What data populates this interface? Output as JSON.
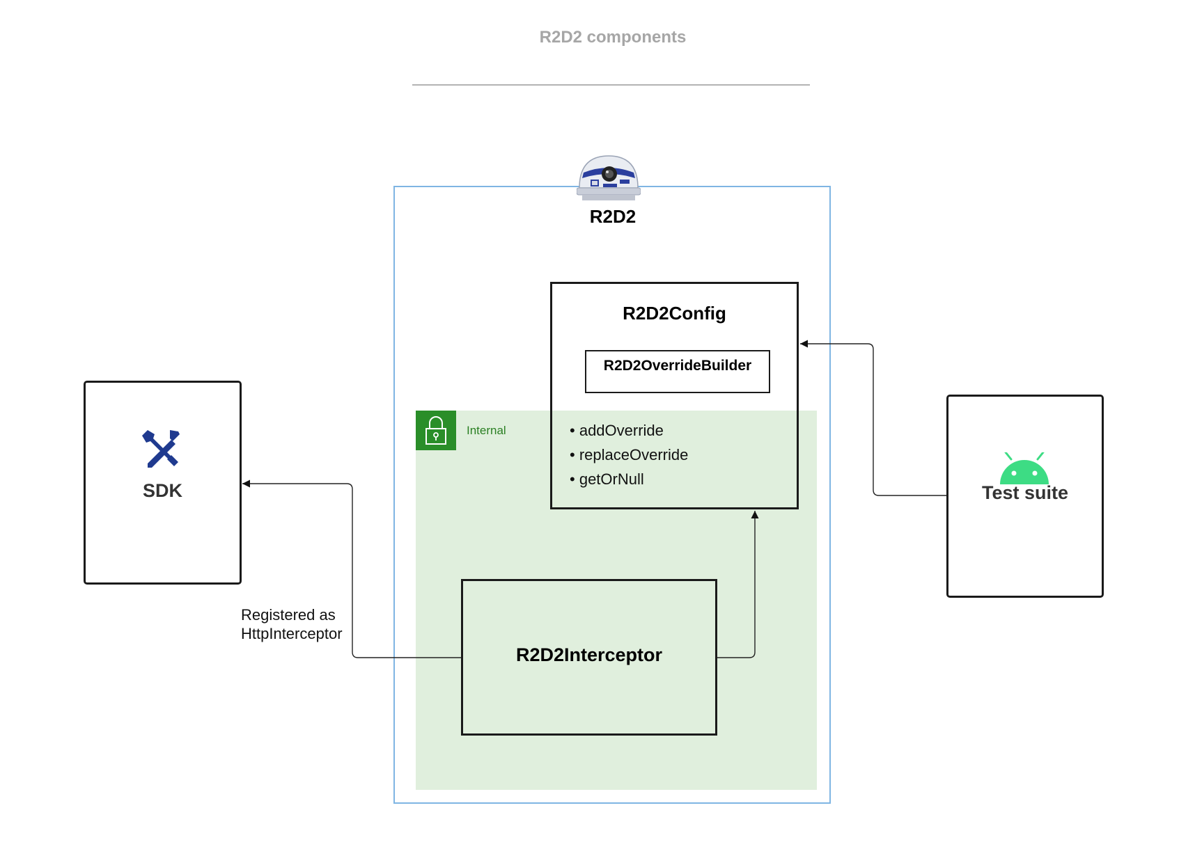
{
  "title": "R2D2 components",
  "group": {
    "label": "R2D2",
    "icon": "r2d2-head-icon",
    "border_color": "#7fb5e3"
  },
  "internal": {
    "label": "Internal",
    "icon": "lock-icon",
    "fill_color": "#e0efdd",
    "badge_color": "#2a8e29"
  },
  "config": {
    "title": "R2D2Config",
    "builder": "R2D2OverrideBuilder",
    "methods": [
      "addOverride",
      "replaceOverride",
      "getOrNull"
    ],
    "bullet": "•"
  },
  "interceptor": {
    "title": "R2D2Interceptor"
  },
  "sdk": {
    "label": "SDK",
    "icon": "tools-icon",
    "icon_color": "#1f3a8f"
  },
  "test_suite": {
    "label": "Test suite",
    "icon": "android-icon",
    "icon_color": "#3ddc84"
  },
  "edges": [
    {
      "from": "R2D2Interceptor",
      "to": "SDK",
      "label_lines": [
        "Registered as",
        "HttpInterceptor"
      ]
    },
    {
      "from": "R2D2Interceptor",
      "to": "R2D2Config",
      "label_lines": []
    },
    {
      "from": "Test suite",
      "to": "R2D2Config",
      "label_lines": []
    }
  ]
}
